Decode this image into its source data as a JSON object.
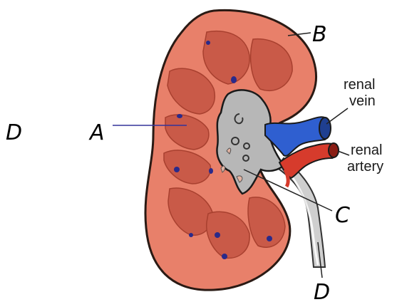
{
  "labels": {
    "outer_d": "D",
    "a": "A",
    "b": "B",
    "c": "C",
    "d": "D",
    "vein_line1": "renal",
    "vein_line2": "vein",
    "artery_line1": "renal",
    "artery_line2": "artery"
  },
  "colors": {
    "cortex": "#e8806a",
    "cortex_outline": "#2a1a14",
    "medulla": "#c95a48",
    "pelvis": "#b7b7b7",
    "vein": "#2f5fd0",
    "artery": "#d63b2c",
    "ureter": "#cfcfcf",
    "label_line": "#33339a"
  }
}
